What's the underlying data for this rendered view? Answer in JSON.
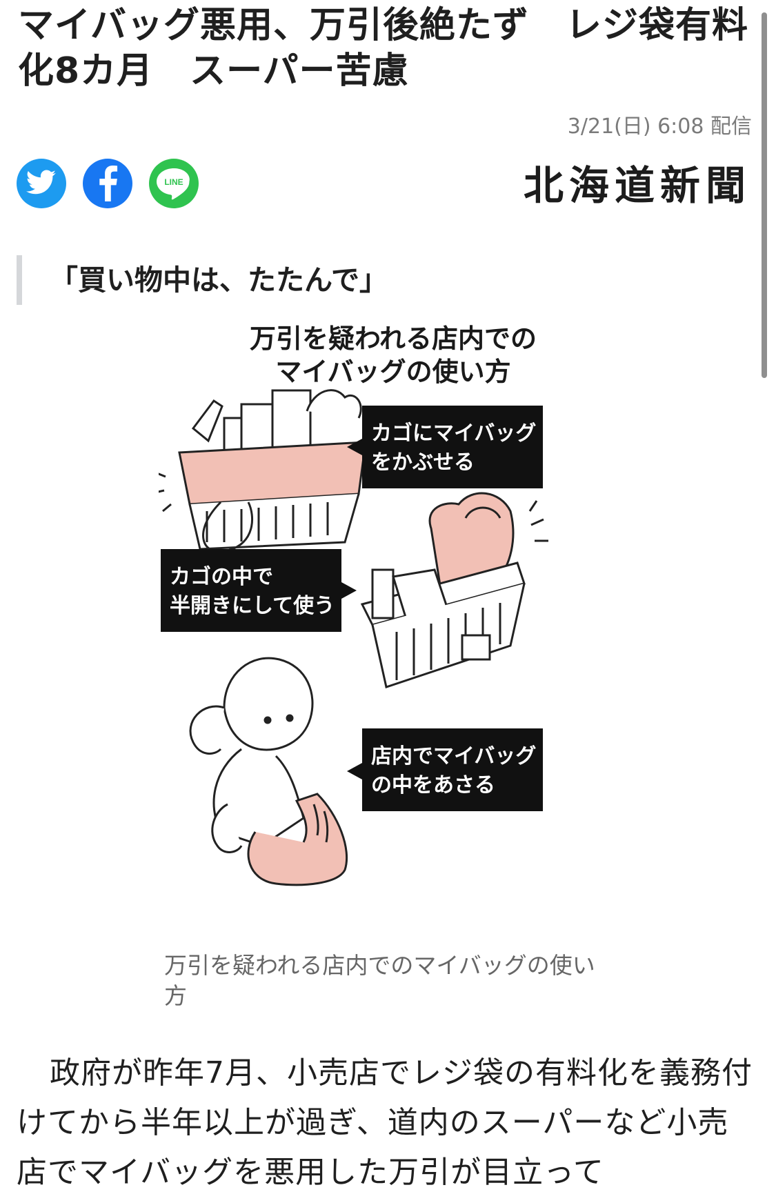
{
  "article": {
    "headline": "マイバッグ悪用、万引後絶たず　レジ袋有料化8カ月　スーパー苦慮",
    "date": "3/21(日) 6:08 配信",
    "publisher": "北海道新聞",
    "subheading": "「買い物中は、たたんで」",
    "body": "政府が昨年7月、小売店でレジ袋の有料化を義務付けてから半年以上が過ぎ、道内のスーパーなど小売店でマイバッグを悪用した万引が目立って"
  },
  "share": {
    "twitter_icon": "twitter-bird-icon",
    "facebook_icon": "facebook-f-icon",
    "line_icon": "line-icon",
    "line_label": "LINE"
  },
  "figure": {
    "title_line1": "万引を疑われる店内での",
    "title_line2": "マイバッグの使い方",
    "box1_line1": "カゴにマイバッグ",
    "box1_line2": "をかぶせる",
    "box2_line1": "カゴの中で",
    "box2_line2": "半開きにして使う",
    "box3_line1": "店内でマイバッグ",
    "box3_line2": "の中をあさる",
    "caption": "万引を疑われる店内でのマイバッグの使い方"
  },
  "colors": {
    "twitter": "#1d9bf0",
    "facebook": "#1877f2",
    "line": "#2fc34f",
    "bag_pink": "#f2c0b5",
    "label_box": "#111111"
  }
}
